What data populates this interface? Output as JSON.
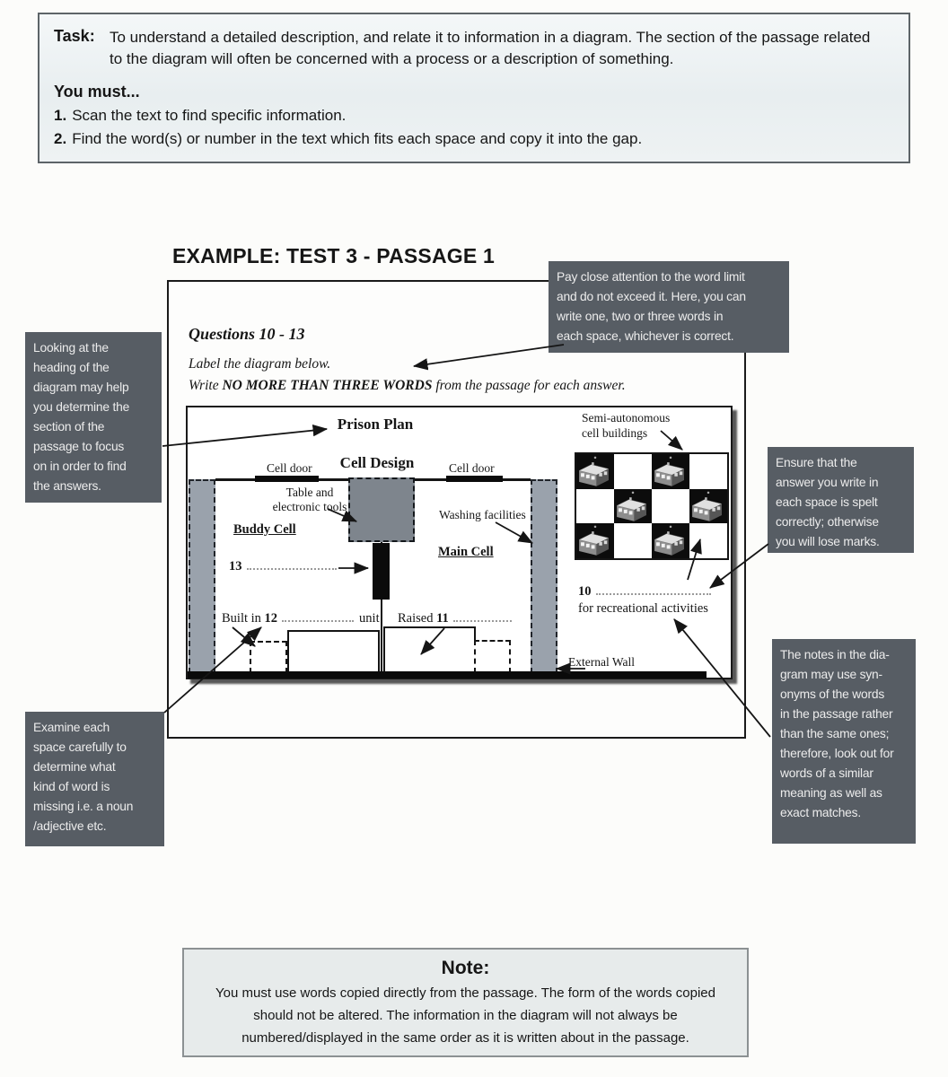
{
  "task_box": {
    "label": "Task:",
    "description": "To understand a detailed description, and relate it to information in a diagram. The section of the passage related to the diagram will often be concerned with a process or a description of something.",
    "you_must": "You must...",
    "steps": [
      {
        "num": "1.",
        "text": "Scan the text to find specific information."
      },
      {
        "num": "2.",
        "text": "Find the word(s) or number in the text which fits each space and copy it into the gap."
      }
    ]
  },
  "example_heading": "EXAMPLE: TEST 3 - PASSAGE 1",
  "question_block": {
    "title": "Questions 10 - 13",
    "instruction1": "Label the diagram below.",
    "instruction2_prefix": "Write ",
    "instruction2_bold": "NO MORE THAN THREE WORDS",
    "instruction2_suffix": " from the passage for each answer."
  },
  "diagram": {
    "title": "Prison Plan",
    "cell_design_title": "Cell Design",
    "labels": {
      "cell_door_left": "Cell door",
      "cell_door_right": "Cell door",
      "table_tools": "Table and\nelectronic tools",
      "buddy_cell": "Buddy Cell",
      "main_cell": "Main Cell",
      "washing": "Washing facilities",
      "q13": "13",
      "built_in": "Built in ",
      "q12": "12",
      "unit": "unit",
      "raised": "Raised ",
      "q11": "11",
      "external_wall": "External Wall",
      "semi_autonomous": "Semi-autonomous\ncell buildings",
      "q10": "10",
      "recreational": "for recreational activities"
    },
    "checkerboard": {
      "rows": 3,
      "cols": 4,
      "pattern": [
        [
          1,
          0,
          1,
          0
        ],
        [
          0,
          1,
          0,
          1
        ],
        [
          1,
          0,
          1,
          0
        ]
      ]
    }
  },
  "callouts": {
    "word_limit": "Pay close attention to the word limit\nand do not exceed it. Here, you can\nwrite one, two or three words in\neach space, whichever is correct.",
    "heading_tip": "Looking at the\nheading of the\ndiagram may help\nyou determine the\nsection of the\npassage to focus\non in order to find\nthe answers.",
    "spelling": "Ensure that the\nanswer you write in\neach space is spelt\ncorrectly; otherwise\nyou will lose marks.",
    "synonyms": "The notes in the dia-\ngram may use syn-\nonyms of the words\nin the passage rather\nthan the same ones;\ntherefore, look out for\nwords of a similar\nmeaning as well as\nexact matches.",
    "word_kind": "Examine each\nspace carefully to\ndetermine what\nkind of word is\nmissing i.e. a noun\n/adjective etc."
  },
  "note_box": {
    "title": "Note:",
    "body": "You must use words copied directly from the passage. The form of the words copied\nshould not be altered. The information in the diagram will not always be\nnumbered/displayed in the same order as it is written about in the passage."
  },
  "colors": {
    "callout_bg": "#575d64",
    "callout_text": "#ececec",
    "task_box_bg": "#ecf1f2",
    "note_box_bg": "#e7ebeb",
    "gray_column": "#9aa2ac",
    "gray_equipment_box": "#7e858d",
    "ink": "#161616"
  }
}
